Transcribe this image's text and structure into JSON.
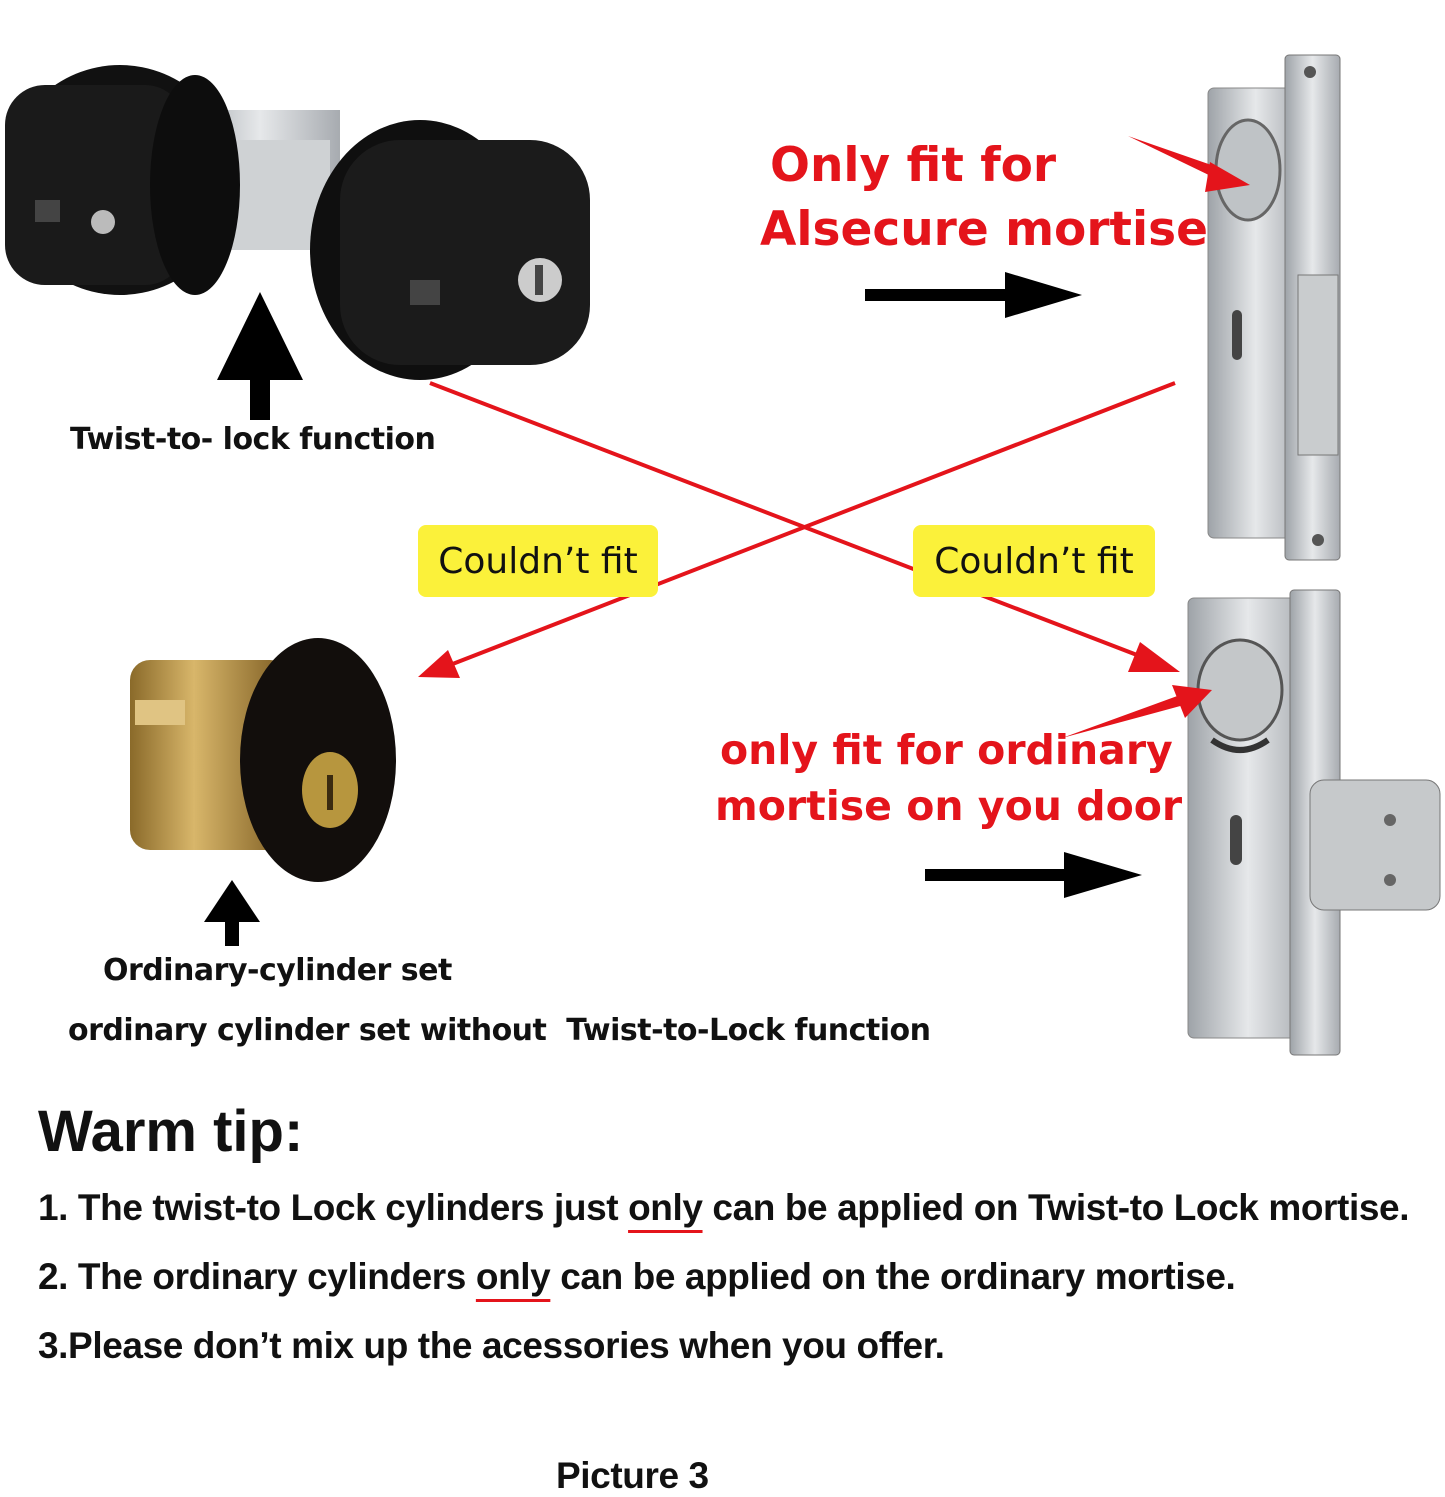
{
  "labels": {
    "twist_function": "Twist-to- lock function",
    "ordinary_set": "Ordinary-cylinder set",
    "ordinary_without": "ordinary cylinder set without  Twist-to-Lock function"
  },
  "callouts": {
    "alsecure_line1": "Only fit for",
    "alsecure_line2": "Alsecure mortise",
    "ordinary_line1": "only fit for ordinary",
    "ordinary_line2": "mortise on you door",
    "couldnt_fit_left": "Couldn’t fit",
    "couldnt_fit_right": "Couldn’t fit"
  },
  "warm_tip": {
    "title": "Warm tip:",
    "tip1_before": "1. The twist-to Lock cylinders just ",
    "tip1_emph": "only",
    "tip1_after": " can be applied on Twist-to Lock mortise.",
    "tip2_before": "2. The ordinary cylinders ",
    "tip2_emph": "only",
    "tip2_after": " can be applied on the ordinary mortise.",
    "tip3": "3.Please don’t mix up the acessories when you offer."
  },
  "caption": "Picture 3",
  "colors": {
    "red": "#e4141b",
    "yellow": "#fbf13a"
  }
}
